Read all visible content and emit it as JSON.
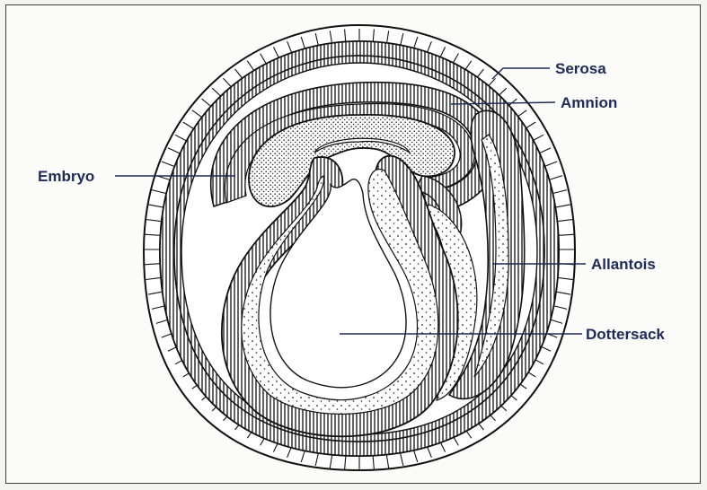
{
  "labels": {
    "serosa": "Serosa",
    "amnion": "Amnion",
    "embryo": "Embryo",
    "allantois": "Allantois",
    "yolk_sac": "Dottersack"
  },
  "colors": {
    "label_text": "#1f2a55",
    "line_art": "#1a1a1a",
    "paper": "#fbfbfa",
    "frame_border": "#3b3b3b"
  }
}
